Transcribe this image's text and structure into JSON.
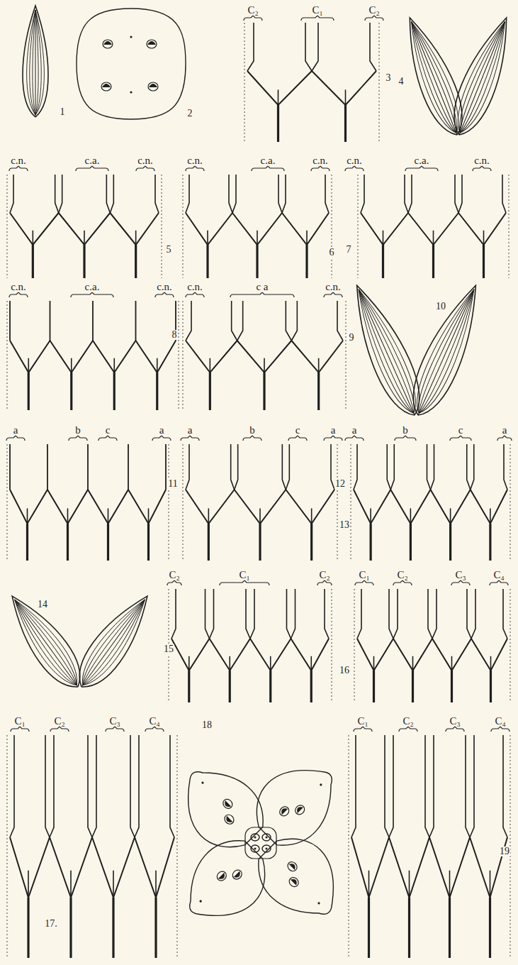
{
  "diagram": {
    "labels": [
      "1",
      "2",
      "C₂",
      "C₁",
      "C₂",
      "3",
      "4",
      "c.n.",
      "c.a.",
      "c.n.",
      "5",
      "c.n.",
      "c.a.",
      "c.n.",
      "6",
      "c.n.",
      "c.a.",
      "c.n.",
      "7",
      "c.n.",
      "c.a.",
      "c.n.",
      "8",
      "c.n.",
      "c a",
      "c.n.",
      "9",
      "10",
      "a",
      "b",
      "c",
      "a",
      "11",
      "a",
      "b",
      "c",
      "a",
      "12",
      "a",
      "b",
      "c",
      "a",
      "13",
      "14",
      "C₂",
      "C₁",
      "C₂",
      "15",
      "C₁",
      "C₂",
      "C₃",
      "C₄",
      "16",
      "C₁",
      "C₂",
      "C₃",
      "C₄",
      "17.",
      "18",
      "C₁",
      "C₂",
      "C₃",
      "C₄",
      "19"
    ]
  }
}
